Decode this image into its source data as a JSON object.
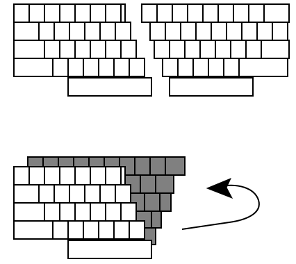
{
  "diagram": {
    "description_visible_text": "",
    "colors": {
      "front_key_fill": "#ffffff",
      "back_key_fill": "#808080",
      "stroke": "#000000",
      "background": "#ffffff"
    },
    "panels": [
      {
        "id": "split-keyboard",
        "halves": [
          "left",
          "right"
        ],
        "rows": 5
      },
      {
        "id": "overlapped-keyboard",
        "layers": [
          "back-gray",
          "front-white"
        ],
        "rows": 5
      }
    ],
    "arrow": {
      "icon": "rotate-arrow-icon",
      "direction": "counter-clockwise"
    }
  }
}
